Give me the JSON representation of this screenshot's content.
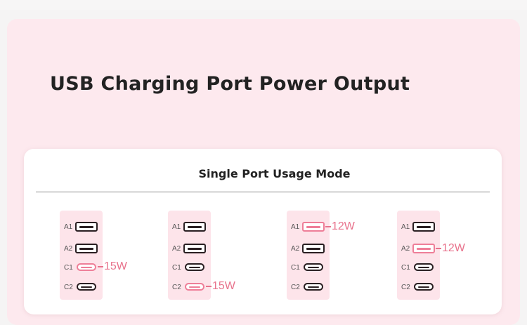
{
  "title": "USB Charging Port Power Output",
  "card": {
    "title": "Single Port Usage Mode"
  },
  "labels": {
    "a1": "A1",
    "a2": "A2",
    "c1": "C1",
    "c2": "C2"
  },
  "modes": [
    {
      "active": "C1",
      "watt": "15W"
    },
    {
      "active": "C2",
      "watt": "15W"
    },
    {
      "active": "A1",
      "watt": "12W"
    },
    {
      "active": "A2",
      "watt": "12W"
    }
  ],
  "colors": {
    "active": "#ee7e98",
    "inactive": "#2a1f22",
    "background": "#fde9ee"
  }
}
